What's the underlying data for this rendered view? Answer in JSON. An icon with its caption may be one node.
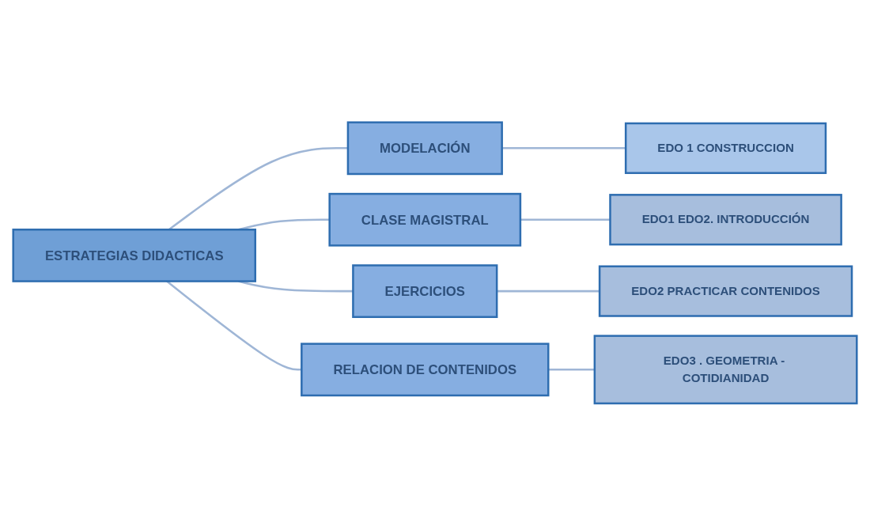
{
  "diagram": {
    "nodes": [
      {
        "text": [
          "ESTRATEGIAS DIDACTICAS"
        ]
      },
      {
        "text": [
          "MODELACIÓN"
        ]
      },
      {
        "text": [
          "EDO 1 CONSTRUCCION"
        ]
      },
      {
        "text": [
          "CLASE MAGISTRAL"
        ]
      },
      {
        "text": [
          "EDO1 EDO2. INTRODUCCIÓN"
        ]
      },
      {
        "text": [
          "EJERCICIOS"
        ]
      },
      {
        "text": [
          "EDO2 PRACTICAR CONTENIDOS"
        ]
      },
      {
        "text": [
          "RELACION DE CONTENIDOS"
        ]
      },
      {
        "text": [
          "EDO3 . GEOMETRIA - COTIDIANIDAD"
        ]
      }
    ],
    "edges": [
      {
        "from": 0,
        "to": 1,
        "arrow": "none"
      },
      {
        "from": 0,
        "to": 3,
        "arrow": "none"
      },
      {
        "from": 0,
        "to": 5,
        "arrow": "none"
      },
      {
        "from": 0,
        "to": 7,
        "arrow": "none"
      },
      {
        "from": 1,
        "to": 2,
        "arrow": "none"
      },
      {
        "from": 3,
        "to": 4,
        "arrow": "none"
      },
      {
        "from": 5,
        "to": 6,
        "arrow": "none"
      },
      {
        "from": 7,
        "to": 8,
        "arrow": "none"
      }
    ]
  }
}
